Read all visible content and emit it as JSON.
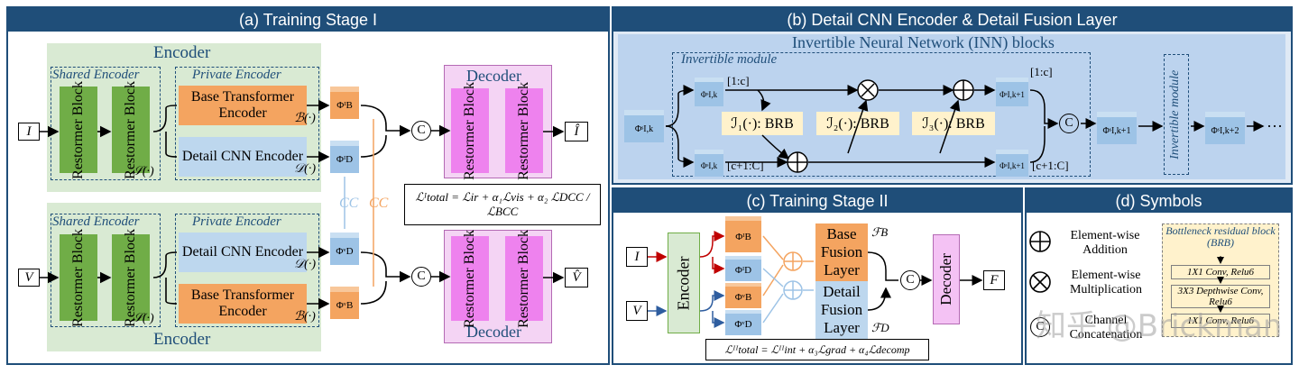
{
  "panels": {
    "a": {
      "title": "(a) Training Stage I"
    },
    "b": {
      "title": "(b) Detail CNN Encoder & Detail Fusion Layer"
    },
    "c": {
      "title": "(c) Training Stage II"
    },
    "d": {
      "title": "(d) Symbols"
    }
  },
  "stage1": {
    "encoder_label": "Encoder",
    "shared_encoder": "Shared Encoder",
    "private_encoder": "Private Encoder",
    "restormer_block": "Restormer Block",
    "base_transformer_encoder": "Base Transformer Encoder",
    "detail_cnn_encoder": "Detail CNN Encoder",
    "decoder_label": "Decoder",
    "s_func": "𝒮(·)",
    "b_func": "ℬ(·)",
    "d_func": "𝒟(·)",
    "input_i": "I",
    "input_v": "V",
    "output_i": "Î",
    "output_v": "V̂",
    "phi_ib": "ΦᴵB",
    "phi_id": "ΦᴵD",
    "phi_vd": "ΦᵛD",
    "phi_vb": "ΦᵛB",
    "cc": "CC",
    "concat": "C",
    "loss": "ℒᴵtotal = ℒir + α₁ℒvis + α₂ ℒDCC / ℒBCC"
  },
  "stage_b": {
    "inn_blocks": "Invertible Neural Network (INN) blocks",
    "invertible_module": "Invertible module",
    "i1": "ℐ₁(·): BRB",
    "i2": "ℐ₂(·): BRB",
    "i3": "ℐ₃(·): BRB",
    "phi_in": "ΦˢI,k",
    "phi_top_in": "ΦˢI,k [1:c]",
    "phi_bot_in": "ΦˢI,k [c+1:C]",
    "phi_top_out": "ΦˢI,k+1 [1:c]",
    "phi_bot_out": "ΦˢI,k+1 [c+1:C]",
    "phi_out1": "ΦˢI,k+1",
    "phi_out2": "ΦˢI,k+2",
    "dots": "···",
    "top_idx": "[1:c]",
    "bot_idx": "[c+1:C]"
  },
  "stage2": {
    "input_i": "I",
    "input_v": "V",
    "encoder": "Encoder",
    "base_fusion": "Base Fusion Layer",
    "detail_fusion": "Detail Fusion Layer",
    "fb": "ℱB",
    "fd": "ℱD",
    "decoder": "Decoder",
    "output": "F",
    "loss": "ℒᴵᴵtotal = ℒᴵᴵint + α₃ℒgrad + α₄ℒdecomp"
  },
  "symbols": {
    "add": "Element-wise Addition",
    "mul": "Element-wise Multiplication",
    "cat": "Channel Concatenation",
    "brb_title": "Bottleneck residual block (BRB)",
    "brb_l1": "1X1 Conv, Relu6",
    "brb_l2": "3X3 Depthwise Conv, Relu6",
    "brb_l3": "1X1 Conv, Relu6",
    "watermark": "知乎 @Brickman"
  },
  "colors": {
    "header": "#1f4e79",
    "encoder_bg": "#d9ead3",
    "restormer_green": "#70ad47",
    "base_orange": "#f4a460",
    "detail_blue": "#bdd7ee",
    "decoder_pink": "#f4c2f4",
    "restormer_pink": "#ee82ee",
    "inn_bg": "#bcd3ee",
    "brb_yellow": "#fff2cc"
  }
}
